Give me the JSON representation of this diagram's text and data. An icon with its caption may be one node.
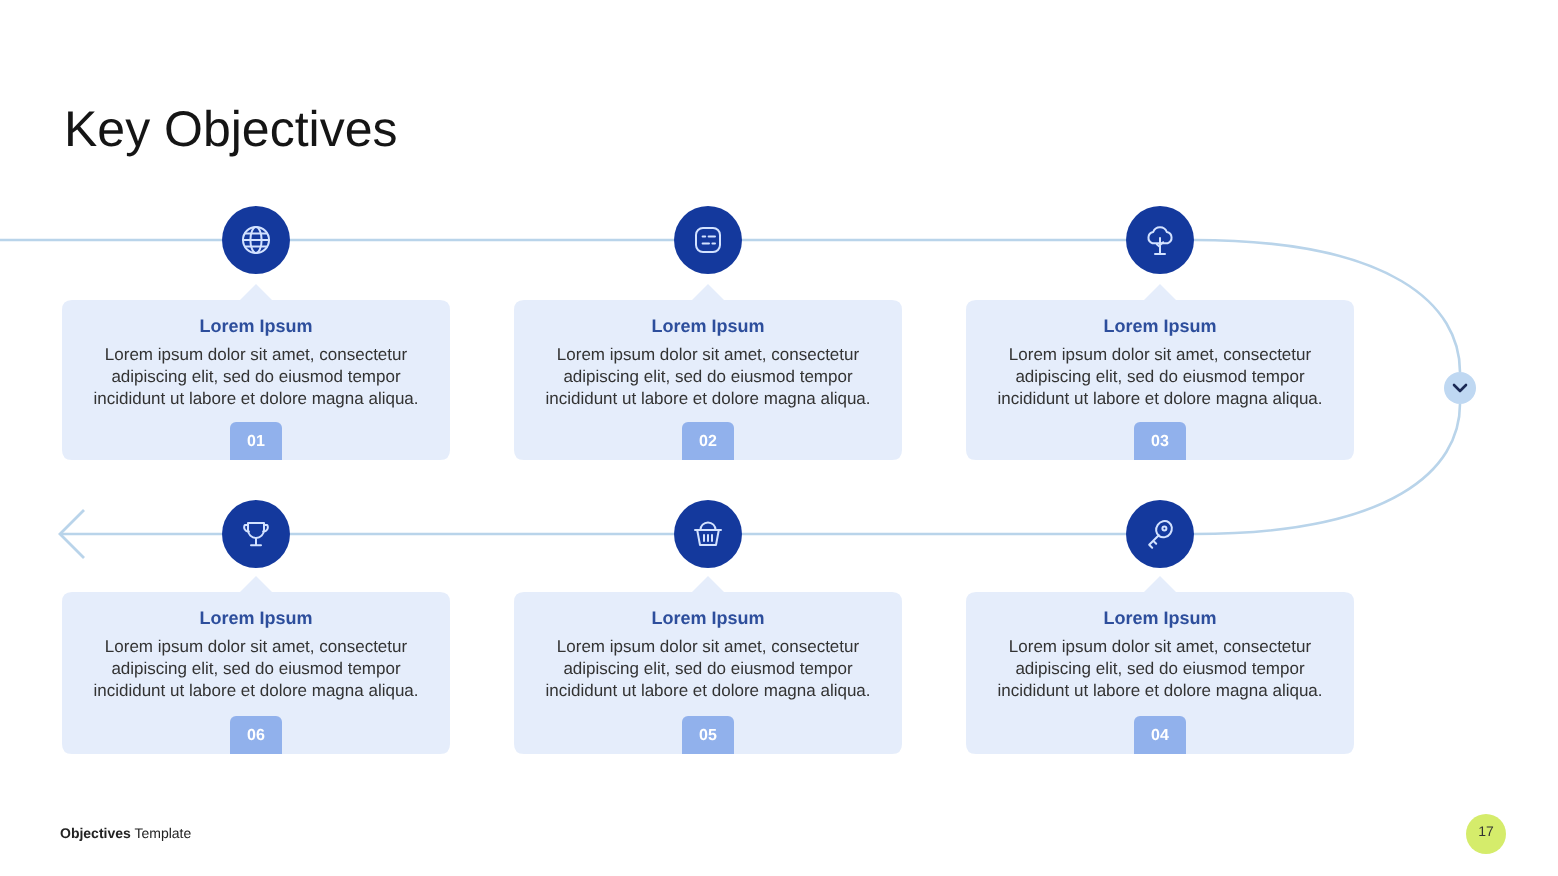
{
  "diagram": {
    "title": "Key Objectives",
    "nodes": [
      {
        "text": [],
        "shape": "circle"
      },
      {
        "text": [
          "Lorem Ipsum",
          "Lorem ipsum dolor sit amet, consectetur adipiscing elit, sed do eiusmod tempor incididunt ut labore et dolore magna aliqua.",
          "01"
        ]
      },
      {
        "text": [],
        "shape": "circle"
      },
      {
        "text": [
          "Lorem Ipsum",
          "Lorem ipsum dolor sit amet, consectetur adipiscing elit, sed do eiusmod tempor incididunt ut labore et dolore magna aliqua.",
          "02"
        ]
      },
      {
        "text": [],
        "shape": "circle"
      },
      {
        "text": [
          "Lorem Ipsum",
          "Lorem ipsum dolor sit amet, consectetur adipiscing elit, sed do eiusmod tempor incididunt ut labore et dolore magna aliqua.",
          "03"
        ]
      },
      {
        "text": [],
        "shape": "circle"
      },
      {
        "text": [],
        "shape": "circle"
      },
      {
        "text": [
          "Lorem Ipsum",
          "Lorem ipsum dolor sit amet, consectetur adipiscing elit, sed do eiusmod tempor incididunt ut labore et dolore magna aliqua.",
          "06"
        ]
      },
      {
        "text": [],
        "shape": "circle"
      },
      {
        "text": [
          "Lorem Ipsum",
          "Lorem ipsum dolor sit amet, consectetur adipiscing elit, sed do eiusmod tempor incididunt ut labore et dolore magna aliqua.",
          "05"
        ]
      },
      {
        "text": [],
        "shape": "circle"
      },
      {
        "text": [
          "Lorem Ipsum",
          "Lorem ipsum dolor sit amet, consectetur adipiscing elit, sed do eiusmod tempor incididunt ut labore et dolore magna aliqua.",
          "04"
        ]
      }
    ],
    "edges": [
      {
        "from": null,
        "to": 0,
        "arrow": "none"
      },
      {
        "from": 0,
        "to": 2,
        "arrow": "none"
      },
      {
        "from": 2,
        "to": 4,
        "arrow": "none"
      },
      {
        "from": 4,
        "to": 6,
        "arrow": "none"
      },
      {
        "from": 6,
        "to": 11,
        "arrow": "none"
      },
      {
        "from": 11,
        "to": 9,
        "arrow": "none"
      },
      {
        "from": 9,
        "to": 7,
        "arrow": "none"
      },
      {
        "from": 7,
        "to": null,
        "arrow": "to"
      }
    ],
    "labels": [
      "**Objectives** Template",
      "17"
    ]
  }
}
